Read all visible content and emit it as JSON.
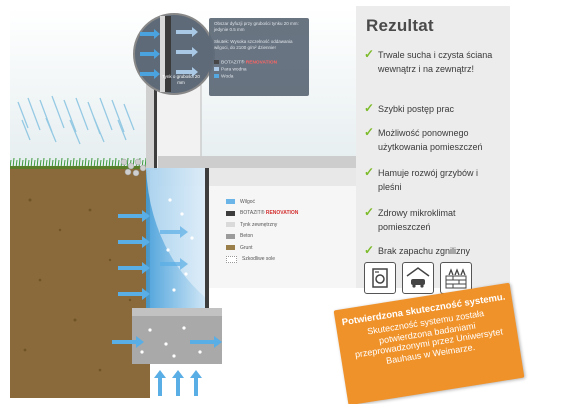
{
  "results": {
    "title": "Rezultat",
    "items": [
      {
        "text": "Trwale sucha i czysta ściana wewnątrz i na  zewnątrz!"
      },
      {
        "text": "Szybki postęp prac"
      },
      {
        "text": "Możliwość ponownego użytkowania pomieszczeń"
      },
      {
        "text": "Hamuje rozwój grzybów i pleśni"
      },
      {
        "text": "Zdrowy mikroklimat pomieszczeń"
      },
      {
        "text": "Brak zapachu zgnilizny"
      }
    ],
    "icons": [
      "laundry-room-icon",
      "garage-car-icon",
      "brick-wall-plants-icon"
    ]
  },
  "badge": {
    "title": "Potwierdzona skuteczność systemu.",
    "text": "Skuteczność systemu została potwierdzona badaniami przeprowadzonymi przez Uniwersytet Bauhaus w Weimarze."
  },
  "callout": {
    "text1": "Obszar dyfuzji przy grubości tynku 20 mm: jedynie 0.5 mm",
    "text2": "Skutek: Wysoka szczelność oddawania wilgoci, do 2100 g/m² dziennie!",
    "legend": [
      {
        "label_a": "BOTAZIT®",
        "label_b": "RENOVATION",
        "color": "#3a3a3a"
      },
      {
        "label_a": "Para wodna",
        "label_b": "",
        "color": "#a8c8e6"
      },
      {
        "label_a": "Woda",
        "label_b": "",
        "color": "#4aa3df"
      }
    ],
    "tynk_label": "Tynk o grubości 20 mm"
  },
  "legend": {
    "items": [
      {
        "label_a": "Wilgoć",
        "label_b": "",
        "color": "#6ab4e8"
      },
      {
        "label_a": "BOTAZIT®",
        "label_b": "RENOVATION",
        "color": "#3d3d3d"
      },
      {
        "label_a": "Tynk zewnętrzny",
        "label_b": "",
        "color": "#dadada"
      },
      {
        "label_a": "Beton",
        "label_b": "",
        "color": "#9b9b9b"
      },
      {
        "label_a": "Grunt",
        "label_b": "",
        "color": "#9b7f4a"
      },
      {
        "label_a": "Szkodliwe sole",
        "label_b": "",
        "color": "#ffffff"
      }
    ]
  },
  "colors": {
    "accent_green": "#7dbb2a",
    "badge_orange": "#f0922a",
    "soil": "#8a6a3a",
    "sky": "#e3ecef",
    "moisture": "#5aaee6"
  }
}
